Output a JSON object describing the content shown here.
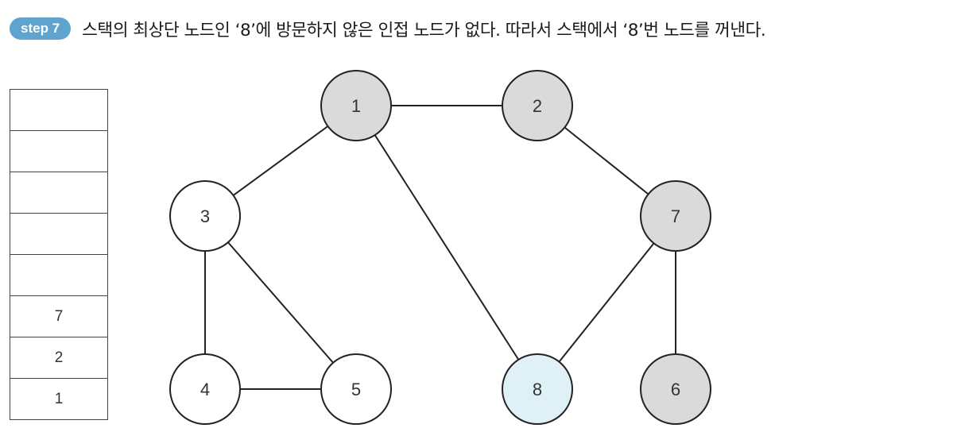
{
  "header": {
    "step_label": "step 7",
    "caption": "스택의 최상단 노드인 ‘8’에 방문하지 않은 인접 노드가 없다. 따라서 스택에서 ‘8’번 노드를 꺼낸다."
  },
  "colors": {
    "badge": "#5fa4cf",
    "visited": "#dadada",
    "current": "#dff0f7",
    "unvisited": "#ffffff",
    "stroke": "#222222"
  },
  "stack": {
    "cells": [
      "",
      "",
      "",
      "",
      "",
      "7",
      "2",
      "1"
    ]
  },
  "graph": {
    "nodes": [
      {
        "id": "1",
        "state": "visited"
      },
      {
        "id": "2",
        "state": "visited"
      },
      {
        "id": "3",
        "state": "unvisited"
      },
      {
        "id": "7",
        "state": "visited"
      },
      {
        "id": "4",
        "state": "unvisited"
      },
      {
        "id": "5",
        "state": "unvisited"
      },
      {
        "id": "8",
        "state": "current"
      },
      {
        "id": "6",
        "state": "visited"
      }
    ],
    "edges": [
      [
        "1",
        "2"
      ],
      [
        "1",
        "3"
      ],
      [
        "1",
        "8"
      ],
      [
        "2",
        "7"
      ],
      [
        "3",
        "4"
      ],
      [
        "3",
        "5"
      ],
      [
        "4",
        "5"
      ],
      [
        "7",
        "8"
      ],
      [
        "7",
        "6"
      ]
    ]
  }
}
